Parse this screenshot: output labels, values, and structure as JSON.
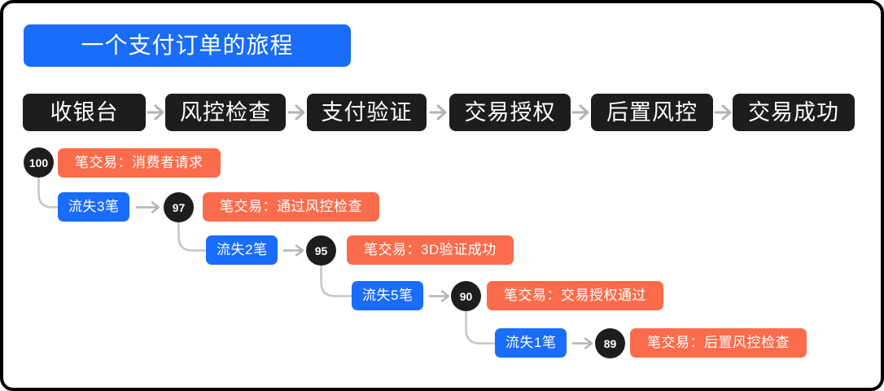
{
  "title": {
    "label": "一个支付订单的旅程"
  },
  "stages": [
    {
      "label": "收银台"
    },
    {
      "label": "风控检查"
    },
    {
      "label": "支付验证"
    },
    {
      "label": "交易授权"
    },
    {
      "label": "后置风控"
    },
    {
      "label": "交易成功"
    }
  ],
  "funnel": [
    {
      "count": "100",
      "label": "笔交易：消费者请求"
    },
    {
      "count": "97",
      "label": "笔交易：通过风控检查",
      "loss": "流失3笔"
    },
    {
      "count": "95",
      "label": "笔交易：3D验证成功",
      "loss": "流失2笔"
    },
    {
      "count": "90",
      "label": "笔交易：交易授权通过",
      "loss": "流失5笔"
    },
    {
      "count": "89",
      "label": "笔交易：后置风控检查",
      "loss": "流失1笔"
    }
  ],
  "colors": {
    "accent_blue": "#1a6cfa",
    "accent_orange": "#fa6c4b",
    "dark_box": "#1d1d1f",
    "connector_gray": "#c6c6c8",
    "arrow_gray": "#b4b4b6",
    "frame_border": "#000000",
    "background": "#ffffff",
    "text_light": "#ffffff"
  }
}
